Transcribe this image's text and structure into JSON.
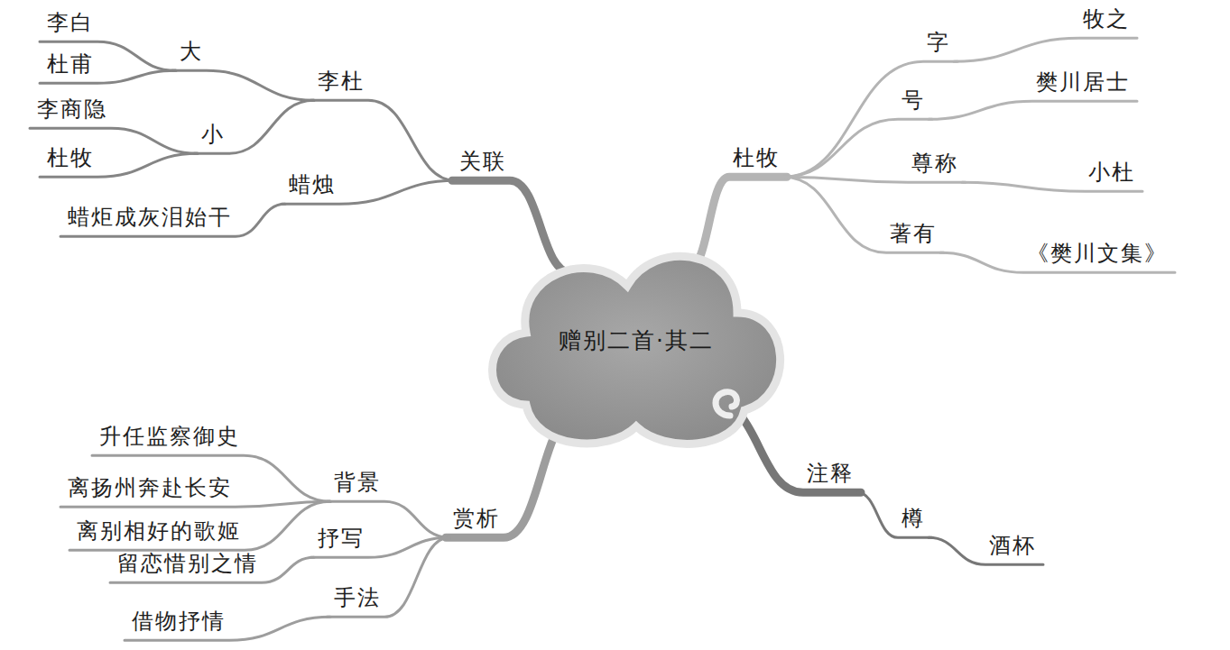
{
  "diagram": {
    "nodes": [
      {
        "text": [
          "赠别二首·其二"
        ]
      },
      {
        "text": [
          "关联"
        ]
      },
      {
        "text": [
          "李杜"
        ]
      },
      {
        "text": [
          "大"
        ]
      },
      {
        "text": [
          "李白"
        ]
      },
      {
        "text": [
          "杜甫"
        ]
      },
      {
        "text": [
          "小"
        ]
      },
      {
        "text": [
          "李商隐"
        ]
      },
      {
        "text": [
          "杜牧"
        ]
      },
      {
        "text": [
          "蜡烛"
        ]
      },
      {
        "text": [
          "蜡炬成灰泪始干"
        ]
      },
      {
        "text": [
          "杜牧"
        ]
      },
      {
        "text": [
          "字"
        ]
      },
      {
        "text": [
          "牧之"
        ]
      },
      {
        "text": [
          "号"
        ]
      },
      {
        "text": [
          "樊川居士"
        ]
      },
      {
        "text": [
          "尊称"
        ]
      },
      {
        "text": [
          "小杜"
        ]
      },
      {
        "text": [
          "著有"
        ]
      },
      {
        "text": [
          "《樊川文集》"
        ]
      },
      {
        "text": [
          "注释"
        ]
      },
      {
        "text": [
          "樽"
        ]
      },
      {
        "text": [
          "酒杯"
        ]
      },
      {
        "text": [
          "赏析"
        ]
      },
      {
        "text": [
          "背景"
        ]
      },
      {
        "text": [
          "升任监察御史"
        ]
      },
      {
        "text": [
          "离扬州奔赴长安"
        ]
      },
      {
        "text": [
          "离别相好的歌姬"
        ]
      },
      {
        "text": [
          "抒写"
        ]
      },
      {
        "text": [
          "留恋惜别之情"
        ]
      },
      {
        "text": [
          "手法"
        ]
      },
      {
        "text": [
          "借物抒情"
        ]
      }
    ],
    "edges": [
      {
        "from": 0,
        "to": 1,
        "arrow": "none"
      },
      {
        "from": 1,
        "to": 2,
        "arrow": "none"
      },
      {
        "from": 2,
        "to": 3,
        "arrow": "none"
      },
      {
        "from": 3,
        "to": 4,
        "arrow": "none"
      },
      {
        "from": 3,
        "to": 5,
        "arrow": "none"
      },
      {
        "from": 2,
        "to": 6,
        "arrow": "none"
      },
      {
        "from": 6,
        "to": 7,
        "arrow": "none"
      },
      {
        "from": 6,
        "to": 8,
        "arrow": "none"
      },
      {
        "from": 1,
        "to": 9,
        "arrow": "none"
      },
      {
        "from": 9,
        "to": 10,
        "arrow": "none"
      },
      {
        "from": 0,
        "to": 11,
        "arrow": "none"
      },
      {
        "from": 11,
        "to": 12,
        "arrow": "none"
      },
      {
        "from": 12,
        "to": 13,
        "arrow": "none"
      },
      {
        "from": 11,
        "to": 14,
        "arrow": "none"
      },
      {
        "from": 14,
        "to": 15,
        "arrow": "none"
      },
      {
        "from": 11,
        "to": 16,
        "arrow": "none"
      },
      {
        "from": 16,
        "to": 17,
        "arrow": "none"
      },
      {
        "from": 11,
        "to": 18,
        "arrow": "none"
      },
      {
        "from": 18,
        "to": 19,
        "arrow": "none"
      },
      {
        "from": 0,
        "to": 20,
        "arrow": "none"
      },
      {
        "from": 20,
        "to": 21,
        "arrow": "none"
      },
      {
        "from": 21,
        "to": 22,
        "arrow": "none"
      },
      {
        "from": 0,
        "to": 23,
        "arrow": "none"
      },
      {
        "from": 23,
        "to": 24,
        "arrow": "none"
      },
      {
        "from": 24,
        "to": 25,
        "arrow": "none"
      },
      {
        "from": 24,
        "to": 26,
        "arrow": "none"
      },
      {
        "from": 24,
        "to": 27,
        "arrow": "none"
      },
      {
        "from": 23,
        "to": 28,
        "arrow": "none"
      },
      {
        "from": 28,
        "to": 29,
        "arrow": "none"
      },
      {
        "from": 23,
        "to": 30,
        "arrow": "none"
      },
      {
        "from": 30,
        "to": 31,
        "arrow": "none"
      }
    ]
  }
}
